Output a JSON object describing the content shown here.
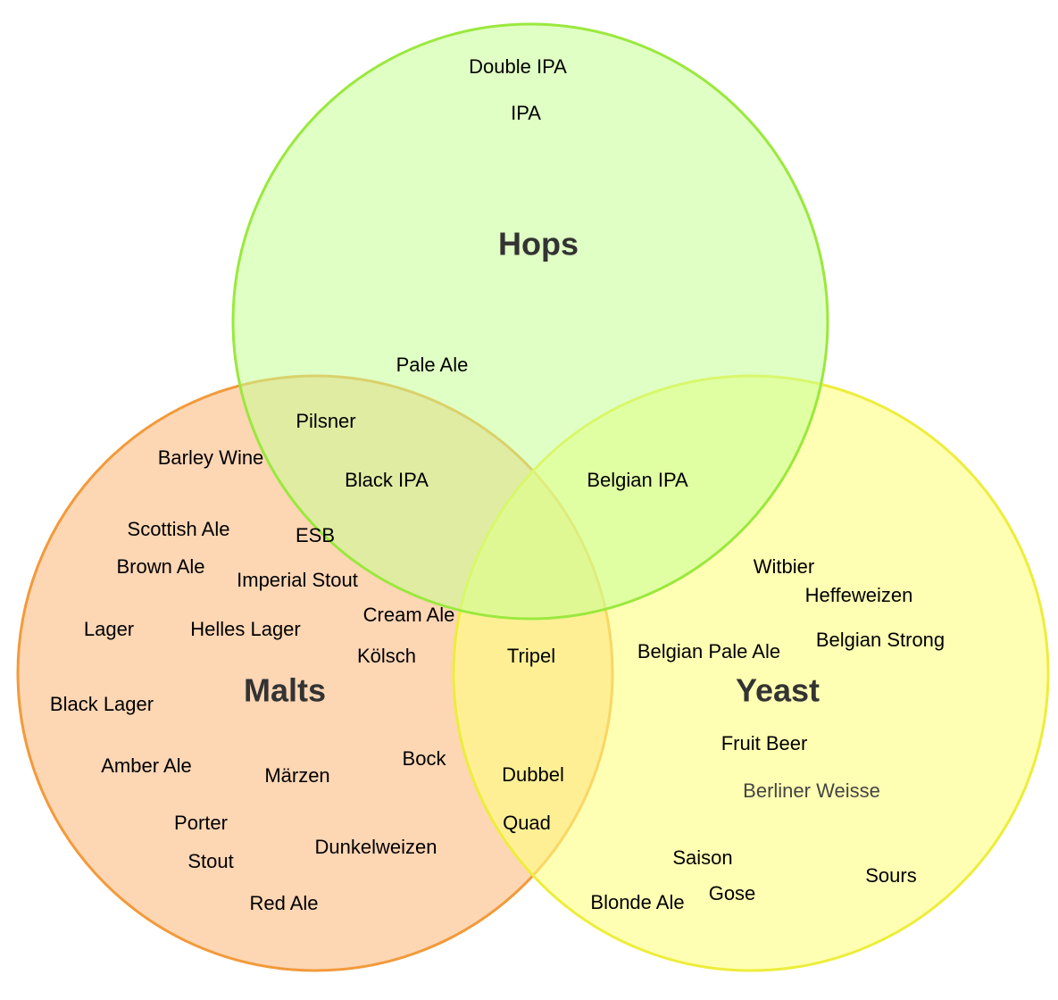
{
  "circles": {
    "malts": {
      "label": "Malts",
      "fill": "#fcc290",
      "stroke": "#f29a3a"
    },
    "yeast": {
      "label": "Yeast",
      "fill": "#ffff80",
      "stroke": "#eded3c"
    },
    "hops": {
      "label": "Hops",
      "fill": "#c7ff94",
      "stroke": "#9ae83d"
    }
  },
  "items": {
    "double_ipa": "Double IPA",
    "ipa": "IPA",
    "pale_ale": "Pale Ale",
    "pilsner": "Pilsner",
    "barley_wine": "Barley Wine",
    "black_ipa": "Black IPA",
    "belgian_ipa": "Belgian IPA",
    "scottish_ale": "Scottish Ale",
    "esb": "ESB",
    "brown_ale": "Brown Ale",
    "imperial_stout": "Imperial Stout",
    "witbier": "Witbier",
    "heffeweizen": "Heffeweizen",
    "cream_ale": "Cream Ale",
    "lager": "Lager",
    "helles_lager": "Helles Lager",
    "belgian_pale_ale": "Belgian Pale Ale",
    "belgian_strong": "Belgian Strong",
    "kolsch": "Kölsch",
    "tripel": "Tripel",
    "black_lager": "Black Lager",
    "fruit_beer": "Fruit Beer",
    "bock": "Bock",
    "amber_ale": "Amber Ale",
    "marzen": "Märzen",
    "dubbel": "Dubbel",
    "berliner_weisse": "Berliner Weisse",
    "porter": "Porter",
    "quad": "Quad",
    "dunkelweizen": "Dunkelweizen",
    "stout": "Stout",
    "saison": "Saison",
    "sours": "Sours",
    "gose": "Gose",
    "red_ale": "Red Ale",
    "blonde_ale": "Blonde Ale"
  }
}
